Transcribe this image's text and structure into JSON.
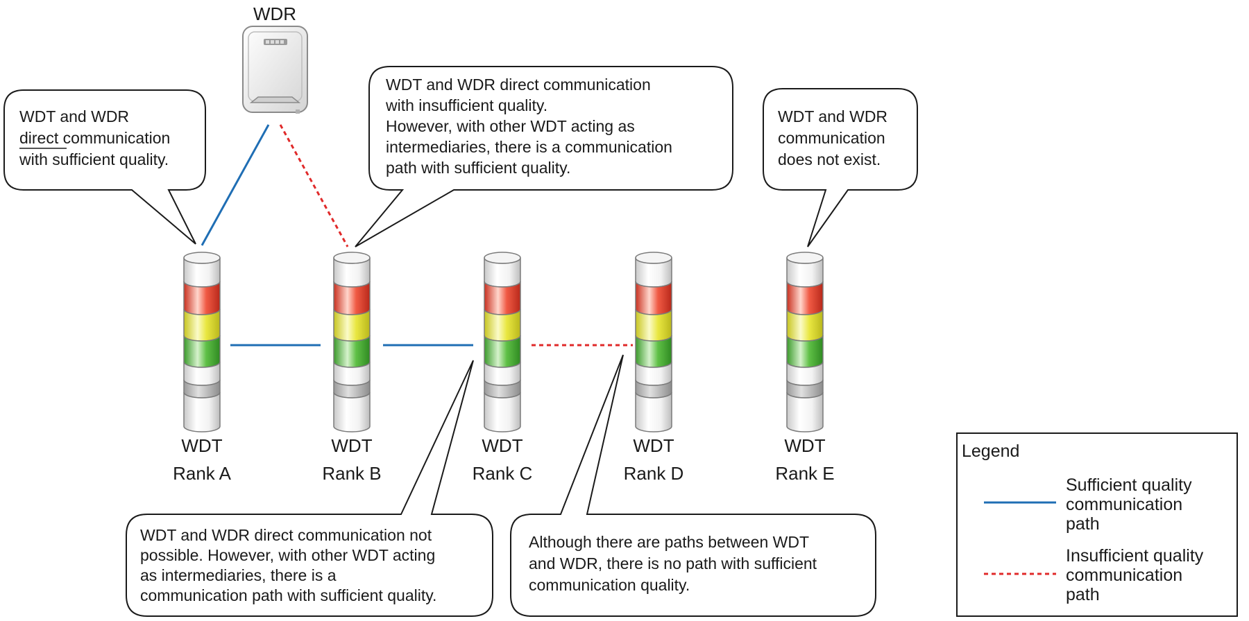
{
  "wdr": {
    "label": "WDR"
  },
  "towers": [
    {
      "name": "WDT",
      "rank": "Rank A"
    },
    {
      "name": "WDT",
      "rank": "Rank B"
    },
    {
      "name": "WDT",
      "rank": "Rank C"
    },
    {
      "name": "WDT",
      "rank": "Rank D"
    },
    {
      "name": "WDT",
      "rank": "Rank E"
    }
  ],
  "callouts": {
    "a": [
      "WDT and WDR",
      "direct communication",
      "with sufficient quality."
    ],
    "b": [
      "WDT and WDR direct communication",
      "with insufficient quality.",
      "However, with other WDT acting as",
      "intermediaries, there is a communication",
      "path with sufficient quality."
    ],
    "c": [
      "WDT and WDR direct communication not",
      "possible. However, with other WDT acting",
      "as intermediaries, there is a",
      "communication path with sufficient quality."
    ],
    "d": [
      "Although there are paths between WDT",
      "and WDR, there is no path with sufficient",
      "communication quality."
    ],
    "e": [
      "WDT and WDR",
      "communication",
      "does not exist."
    ]
  },
  "legend": {
    "title": "Legend",
    "sufficient": [
      "Sufficient quality",
      "communication",
      "path"
    ],
    "insufficient": [
      "Insufficient quality",
      "communication",
      "path"
    ]
  },
  "colors": {
    "sufficient_line": "#1f6eb4",
    "insufficient_line": "#e02a2a",
    "lamp_red": "#e8402f",
    "lamp_yellow": "#e4e23a",
    "lamp_green": "#4fb43a"
  }
}
